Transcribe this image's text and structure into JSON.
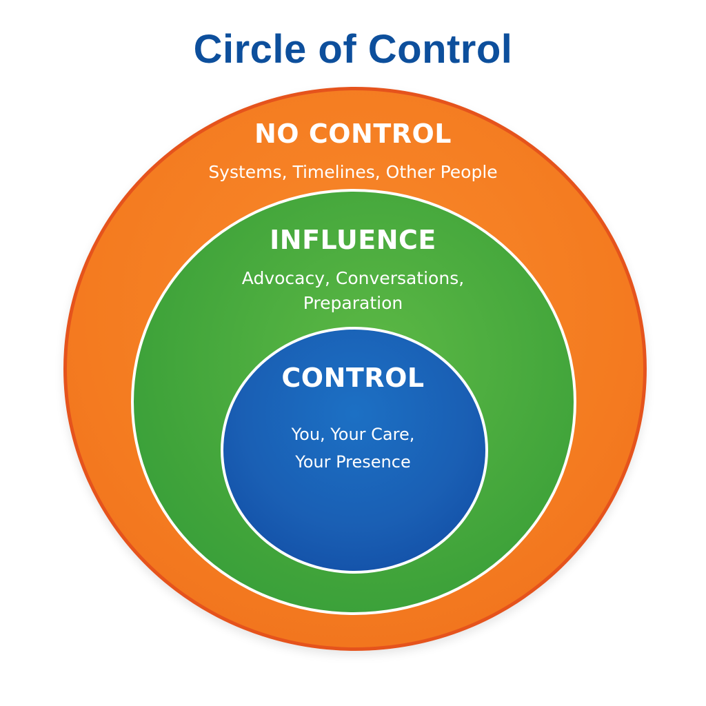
{
  "title": "Circle of Control",
  "colors": {
    "title": "#0d4f9c",
    "outer": "#f47b20",
    "outer_border": "#e5531c",
    "middle": "#3fa33a",
    "inner": "#1a5fb4"
  },
  "rings": {
    "outer": {
      "heading": "NO CONTROL",
      "description": "Systems, Timelines, Other People"
    },
    "middle": {
      "heading": "INFLUENCE",
      "description_line1": "Advocacy, Conversations,",
      "description_line2": "Preparation"
    },
    "inner": {
      "heading": "CONTROL",
      "description_line1": "You, Your Care,",
      "description_line2": "Your Presence"
    }
  }
}
